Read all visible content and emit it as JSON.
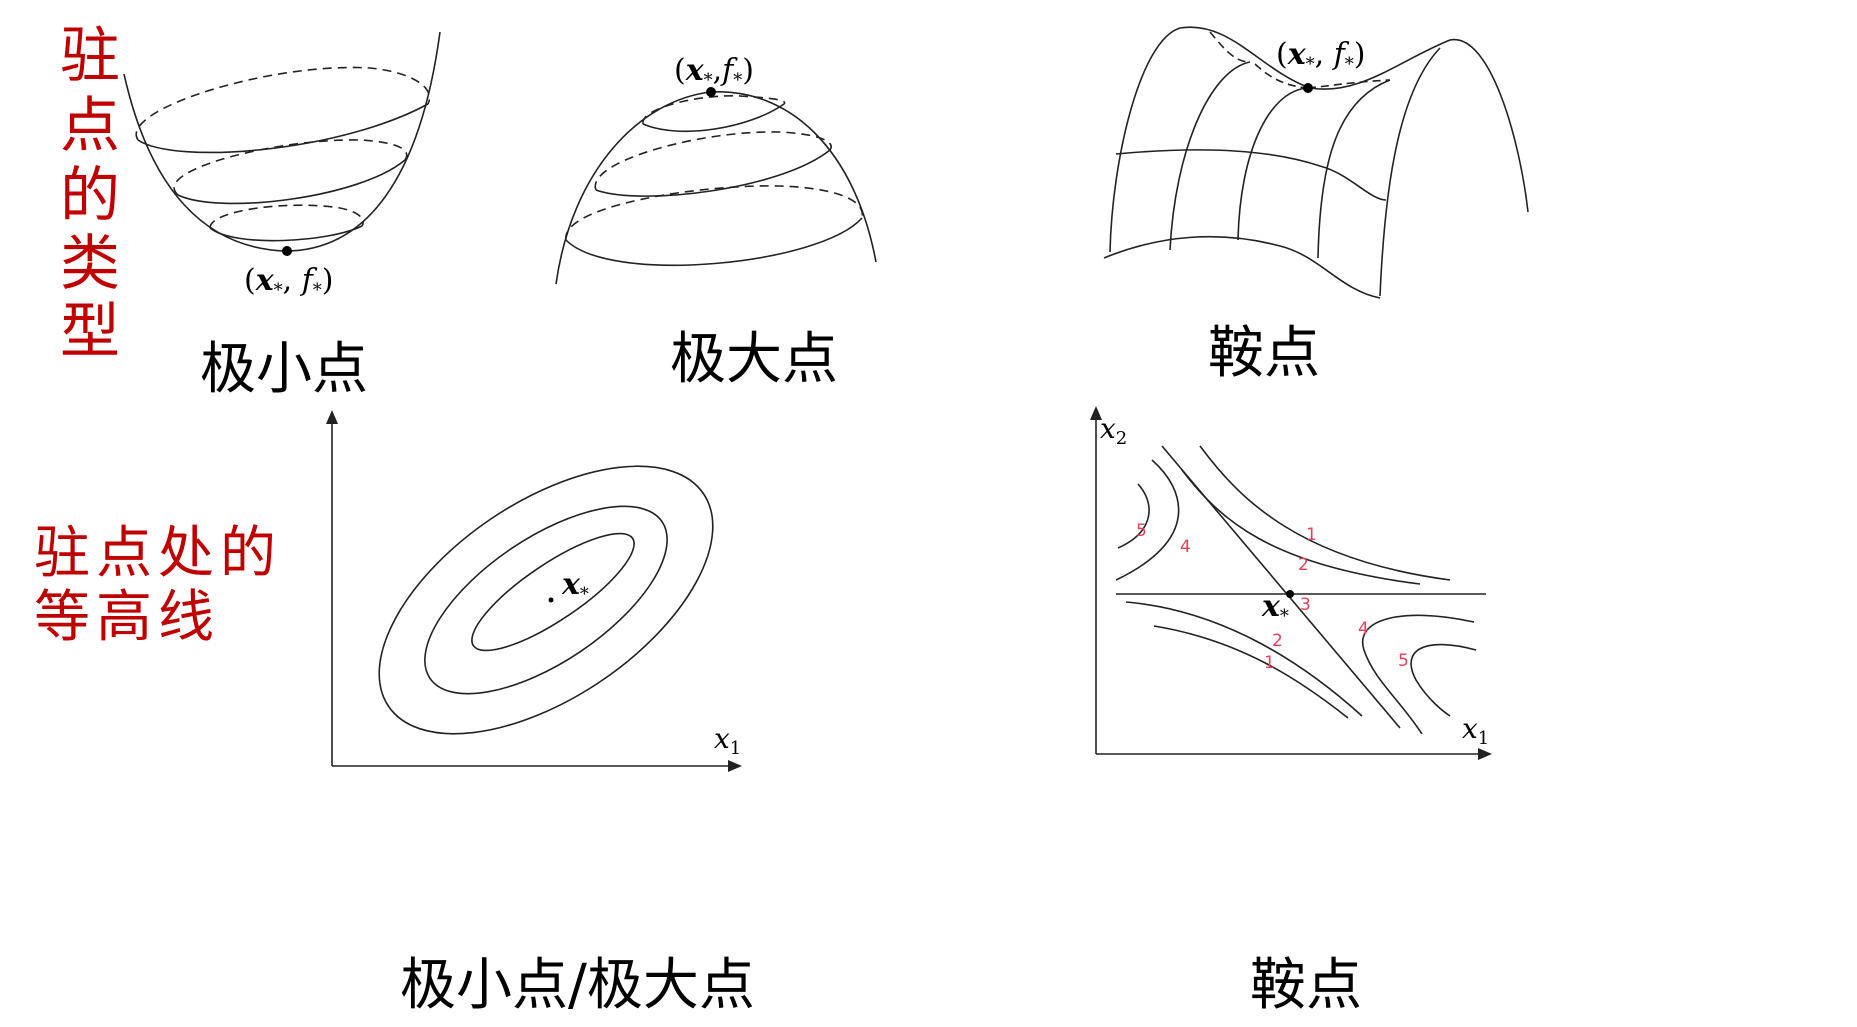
{
  "side_labels": {
    "types_of_stationary_points": [
      "驻",
      "点",
      "的",
      "类",
      "型"
    ],
    "contours_line1": "驻点处的",
    "contours_line2": "等高线"
  },
  "captions": {
    "minimum": "极小点",
    "maximum": "极大点",
    "saddle_top": "鞍点",
    "min_max_contour": "极小点/极大点",
    "saddle_bottom": "鞍点"
  },
  "point_labels": {
    "minimum_point": [
      "(",
      "x",
      "*",
      ", ",
      "f",
      "*",
      ")"
    ],
    "maximum_point": [
      "(",
      "x",
      "*",
      ",",
      "f",
      "*",
      ")"
    ],
    "saddle_point": [
      "(",
      "x",
      "*",
      ", ",
      "f",
      "*",
      ")"
    ],
    "contour_center": [
      "x",
      "*"
    ],
    "saddle_contour_center": [
      "x",
      "*"
    ]
  },
  "axes": {
    "left_x_label": [
      "x",
      "1"
    ],
    "right_x_label": [
      "x",
      "1"
    ],
    "right_y_label": [
      "x",
      "2"
    ]
  },
  "saddle_contour_levels": {
    "upper_right_outer": "1",
    "upper_right_inner": "2",
    "center": "3",
    "right_inner": "4",
    "right_outer": "5",
    "lower_inner": "2",
    "lower_outer": "1",
    "left_inner": "4",
    "left_outer": "5"
  },
  "colors": {
    "title_red": "#c00000",
    "line": "#222222",
    "level_pink": "#e8405a"
  }
}
